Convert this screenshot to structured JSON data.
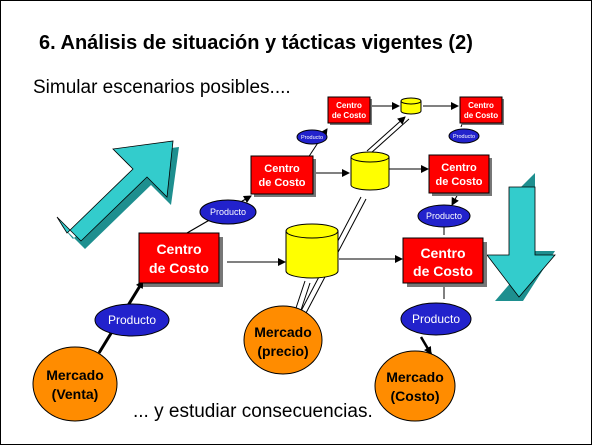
{
  "title": "6. Análisis de situación y tácticas vigentes (2)",
  "subtitle": "Simular escenarios posibles....",
  "footer": "... y estudiar consecuencias.",
  "labels": {
    "centro_line1": "Centro",
    "centro_line2": "de Costo",
    "producto": "Producto",
    "mercado_venta": [
      "Mercado",
      "(Venta)"
    ],
    "mercado_precio": [
      "Mercado",
      "(precio)"
    ],
    "mercado_costo": [
      "Mercado",
      "(Costo)"
    ]
  },
  "colors": {
    "cost_center": "#ff0000",
    "product": "#2222cc",
    "market": "#ff8c00",
    "storage": "#ffff00",
    "big_arrow": "#33cccc"
  }
}
